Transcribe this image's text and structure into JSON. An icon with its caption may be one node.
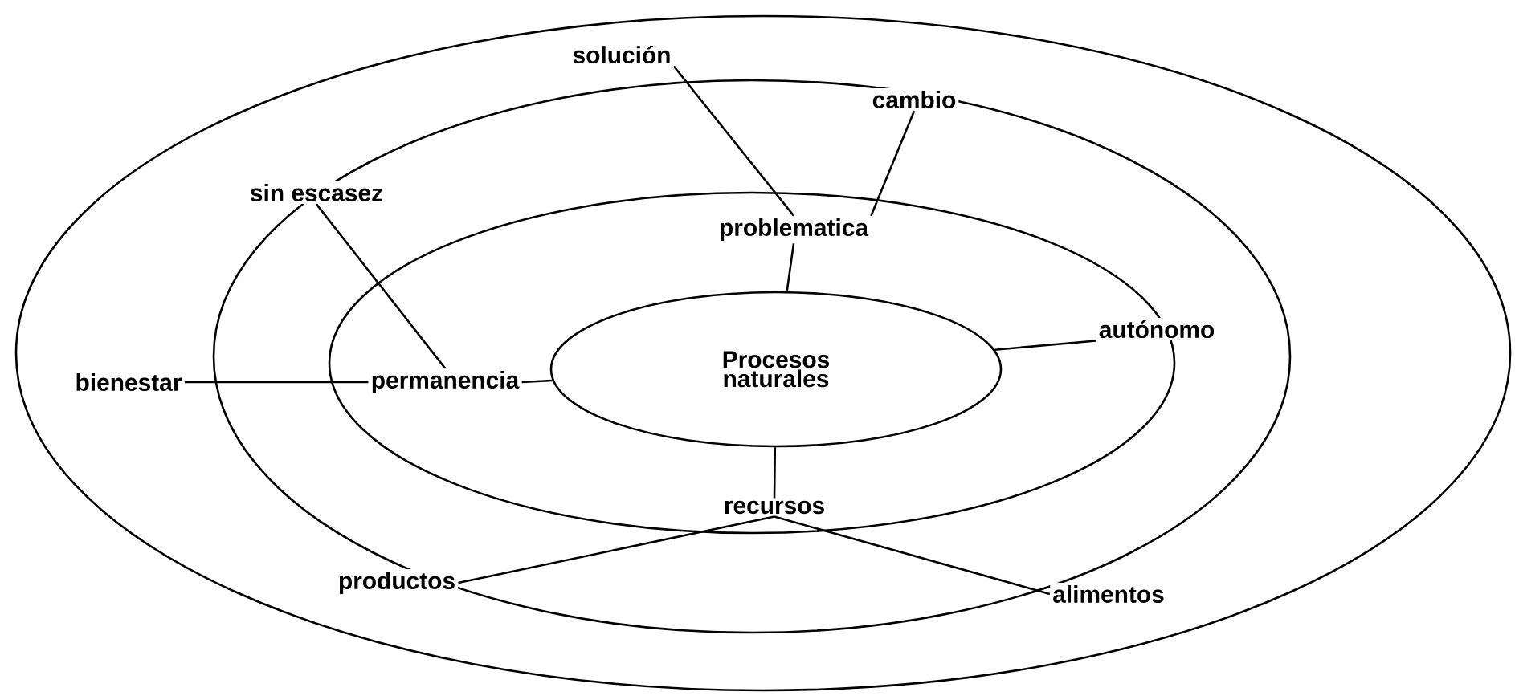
{
  "diagram": {
    "nodes": [
      {
        "text": [
          "solución"
        ]
      },
      {
        "text": [
          "cambio"
        ]
      },
      {
        "text": [
          "sin escasez"
        ]
      },
      {
        "text": [
          "problematica"
        ]
      },
      {
        "text": [
          "Procesos naturales"
        ]
      },
      {
        "text": [
          "autónomo"
        ]
      },
      {
        "text": [
          "bienestar"
        ]
      },
      {
        "text": [
          "permanencia"
        ]
      },
      {
        "text": [
          "recursos"
        ]
      },
      {
        "text": [
          "productos"
        ]
      },
      {
        "text": [
          "alimentos"
        ]
      }
    ],
    "edges": [
      {
        "from": 0,
        "to": 3,
        "arrow": "none"
      },
      {
        "from": 1,
        "to": 3,
        "arrow": "none"
      },
      {
        "from": 2,
        "to": 7,
        "arrow": "none"
      },
      {
        "from": 3,
        "to": 4,
        "arrow": "none"
      },
      {
        "from": 6,
        "to": 7,
        "arrow": "none"
      },
      {
        "from": 7,
        "to": 4,
        "arrow": "none"
      },
      {
        "from": 4,
        "to": 5,
        "arrow": "none"
      },
      {
        "from": 4,
        "to": 8,
        "arrow": "none"
      },
      {
        "from": 8,
        "to": 9,
        "arrow": "none"
      },
      {
        "from": 8,
        "to": 10,
        "arrow": "none"
      }
    ]
  }
}
